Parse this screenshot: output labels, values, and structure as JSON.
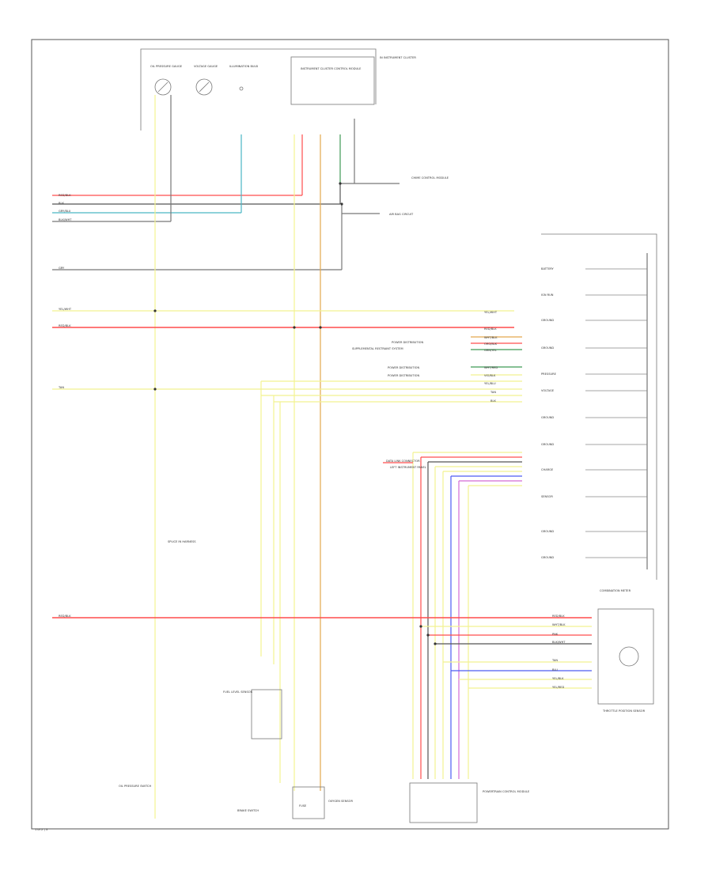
{
  "diagram": {
    "footer_code": "1 of 2 | 3",
    "wire_colors": {
      "red": "#ff4d4d",
      "yellow": "#f2f291",
      "green": "#3f9a55",
      "cyan": "#4ab6c4",
      "gray": "#777777",
      "dkgray": "#555555",
      "blue": "#4d5cf2",
      "violet": "#d46bd4",
      "orange": "#e3a84d",
      "pink": "#f07a7a"
    },
    "top_gauges": [
      {
        "label": "OIL PRESSURE GAUGE"
      },
      {
        "label": "VOLTAGE GAUGE"
      },
      {
        "label": "ILLUMINATION BULB"
      }
    ],
    "top_module": {
      "label": "INSTRUMENT CLUSTER CONTROL MODULE"
    },
    "cluster_note": "IN INSTRUMENT CLUSTER",
    "right_refs": [
      {
        "text": "CHIME CONTROL MODULE"
      },
      {
        "text": "AIR BAG CIRCUIT"
      }
    ],
    "left_wires": [
      {
        "tag": "RED/BLK"
      },
      {
        "tag": "BLK"
      },
      {
        "tag": "GRY/BLU"
      },
      {
        "tag": "BLK/WHT"
      },
      {
        "tag": "GRY"
      },
      {
        "tag": "YEL/WHT"
      },
      {
        "tag": "RED/BLK"
      },
      {
        "tag": "TAN"
      },
      {
        "tag": "RED/BLK"
      }
    ],
    "mid_refs": [
      {
        "text": "POWER DISTRIBUTION"
      },
      {
        "text": "SUPPLEMENTAL RESTRAINT SYSTEM"
      },
      {
        "text": "POWER DISTRIBUTION"
      },
      {
        "text": "POWER DISTRIBUTION"
      }
    ],
    "right_mid_wires": [
      {
        "tag": "YEL/WHT"
      },
      {
        "tag": "RED/BLK"
      },
      {
        "tag": "WHT/BLK"
      },
      {
        "tag": "ORG/BLK"
      },
      {
        "tag": "GRN/YEL"
      },
      {
        "tag": "WHT/RED"
      },
      {
        "tag": "VIO/BLK"
      },
      {
        "tag": "YEL/BLU"
      },
      {
        "tag": "TAN"
      },
      {
        "tag": "BLK"
      }
    ],
    "panel_pins": [
      {
        "label": "BATTERY"
      },
      {
        "label": "IGN RUN"
      },
      {
        "label": "GROUND"
      },
      {
        "label": "GROUND"
      },
      {
        "label": "PRESSURE"
      },
      {
        "label": "VOLTAGE"
      },
      {
        "label": "GROUND"
      },
      {
        "label": "GROUND"
      },
      {
        "label": "CHARGE"
      },
      {
        "label": "SENSOR"
      },
      {
        "label": "GROUND"
      },
      {
        "label": "GROUND"
      }
    ],
    "panel_label": "COMBINATION METER",
    "lower_refs": [
      {
        "text": "DATA LINK CONNECTOR"
      },
      {
        "text": "LEFT INSTRUMENT PANEL"
      }
    ],
    "lower_right_wires": [
      {
        "tag": "RED/BLK"
      },
      {
        "tag": "WHT/BLK"
      },
      {
        "tag": "PNK"
      },
      {
        "tag": "BLK/WHT"
      },
      {
        "tag": "TAN"
      },
      {
        "tag": "BLU"
      },
      {
        "tag": "YEL/BLK"
      },
      {
        "tag": "YEL/RED"
      }
    ],
    "sensor_label": "THROTTLE POSITION SENSOR",
    "bottom_labels": [
      {
        "text": "OIL PRESSURE SWITCH"
      },
      {
        "text": "OXYGEN SENSOR"
      },
      {
        "text": "POWERTRAIN CONTROL MODULE"
      },
      {
        "text": "BRAKE SWITCH"
      }
    ],
    "left_mid_label": "SPLICE IN HARNESS",
    "left_bottom_label": "FUEL LEVEL SENSOR",
    "fuse_label": "FUSE"
  }
}
